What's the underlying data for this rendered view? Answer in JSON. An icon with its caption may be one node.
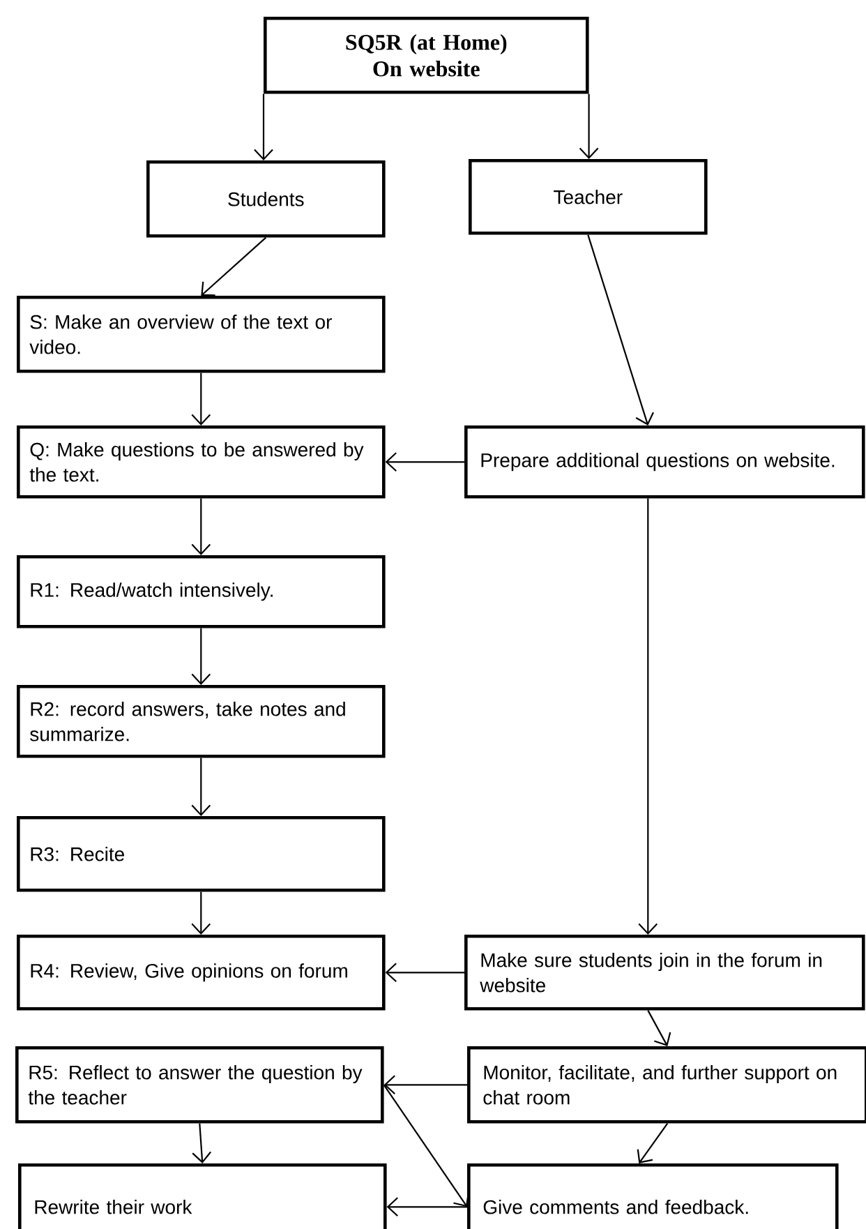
{
  "diagram": {
    "nodes": [
      {
        "text": [
          "SQ5R (at Home) On website"
        ]
      },
      {
        "text": [
          "Students"
        ]
      },
      {
        "text": [
          "Teacher"
        ]
      },
      {
        "text": [
          "S: Make an overview of the text or video."
        ]
      },
      {
        "text": [
          "Q: Make questions to be answered by the text."
        ]
      },
      {
        "text": [
          "Prepare additional questions on website."
        ]
      },
      {
        "text": [
          "R1: Read/watch intensively."
        ]
      },
      {
        "text": [
          "R2: record answers, take notes and summarize."
        ]
      },
      {
        "text": [
          "R3: Recite"
        ]
      },
      {
        "text": [
          "R4: Review, Give opinions on forum"
        ]
      },
      {
        "text": [
          "Make sure students join in the forum in website"
        ]
      },
      {
        "text": [
          "R5: Reflect to answer the question by the teacher"
        ]
      },
      {
        "text": [
          "Monitor, facilitate, and further support on chat room"
        ]
      },
      {
        "text": [
          "Rewrite their work"
        ]
      },
      {
        "text": [
          "Give comments and feedback."
        ]
      }
    ],
    "edges": [
      {
        "from": 0,
        "to": 1,
        "arrow": "to"
      },
      {
        "from": 0,
        "to": 2,
        "arrow": "to"
      },
      {
        "from": 1,
        "to": 3,
        "arrow": "to"
      },
      {
        "from": 2,
        "to": 5,
        "arrow": "to"
      },
      {
        "from": 3,
        "to": 4,
        "arrow": "to"
      },
      {
        "from": 5,
        "to": 4,
        "arrow": "to"
      },
      {
        "from": 4,
        "to": 6,
        "arrow": "to"
      },
      {
        "from": 6,
        "to": 7,
        "arrow": "to"
      },
      {
        "from": 7,
        "to": 8,
        "arrow": "to"
      },
      {
        "from": 8,
        "to": 9,
        "arrow": "to"
      },
      {
        "from": 5,
        "to": 10,
        "arrow": "to"
      },
      {
        "from": 10,
        "to": 9,
        "arrow": "to"
      },
      {
        "from": 10,
        "to": 12,
        "arrow": "to"
      },
      {
        "from": 12,
        "to": 11,
        "arrow": "to"
      },
      {
        "from": 11,
        "to": 13,
        "arrow": "to"
      },
      {
        "from": 12,
        "to": 14,
        "arrow": "to"
      },
      {
        "from": 11,
        "to": 14,
        "arrow": "to"
      },
      {
        "from": 14,
        "to": 13,
        "arrow": "to"
      }
    ]
  }
}
